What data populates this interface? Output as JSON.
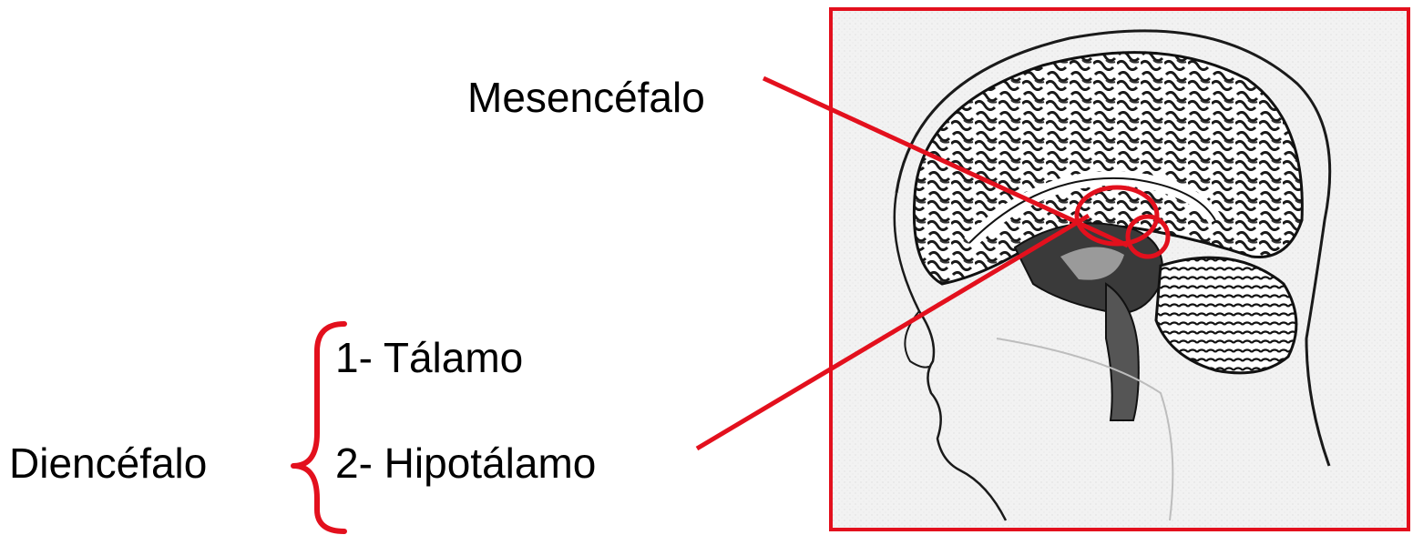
{
  "labels": {
    "mesencefalo": "Mesencéfalo",
    "talamo": "1- Tálamo",
    "hipotalamo": "2- Hipotálamo",
    "diencefalo": "Diencéfalo"
  },
  "figure": {
    "image_subject": "sagittal section of human head and brain",
    "highlight_color": "#e3101d"
  }
}
